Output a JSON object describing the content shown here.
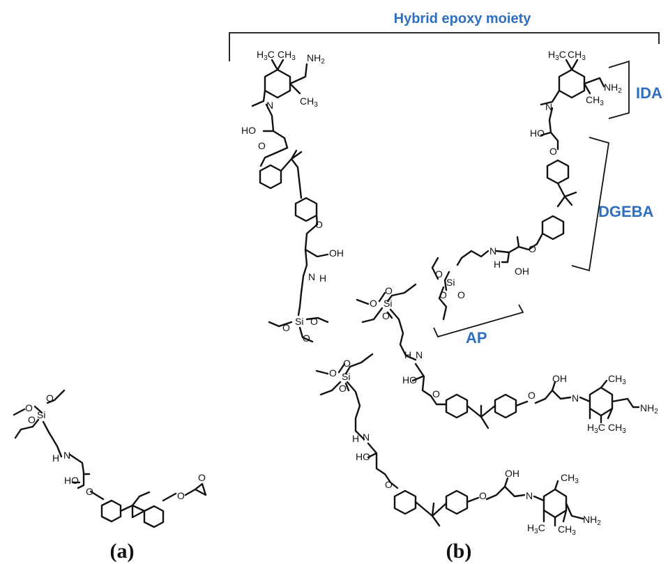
{
  "labels": {
    "hybrid": "Hybrid epoxy moiety",
    "ida": "IDA",
    "dgeba": "DGEBA",
    "ap": "AP",
    "panel_a": "(a)",
    "panel_b": "(b)"
  },
  "atoms": {
    "o": "O",
    "ho": "HO",
    "oh": "OH",
    "n": "N",
    "h": "H",
    "si": "Si",
    "nh2_n": "NH",
    "nh2_sub": "2",
    "h3c_h": "H",
    "h3c_sub": "3",
    "h3c_c": "C",
    "ch3_ch": "CH",
    "ch3_sub": "3"
  }
}
